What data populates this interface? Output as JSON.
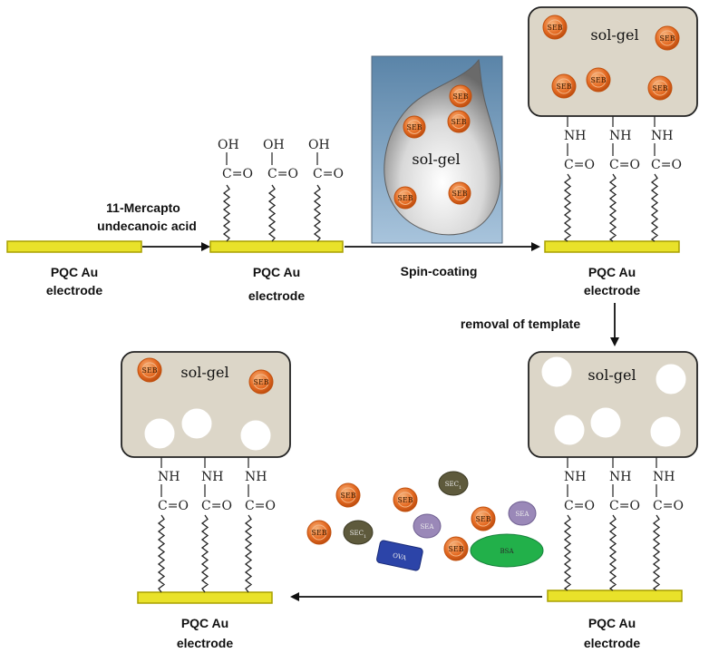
{
  "labels": {
    "electrode": [
      "PQC Au",
      "electrode"
    ],
    "step1": [
      "11-Mercapto",
      "undecanoic acid"
    ],
    "step2": "Spin-coating",
    "step3": "removal of template",
    "matrix": "sol-gel"
  },
  "chem": {
    "oh": "OH",
    "co": "C=O",
    "nh": "NH"
  },
  "molecules": {
    "template": "SEB",
    "sec": "SEC",
    "sec_sub": "1",
    "sea": "SEA",
    "ova": "OVA",
    "bsa": "BSA"
  },
  "colors": {
    "electrode": "#e9e22a",
    "electrode_edge": "#a8a000",
    "seb": "#e2702a",
    "seb_inner": "#f2a060",
    "matrix": "#dcd6c8",
    "sec": "#5e5a3c",
    "sea": "#9a88b8",
    "ova": "#2c44a8",
    "bsa": "#22b04a",
    "arrow": "#111111"
  }
}
